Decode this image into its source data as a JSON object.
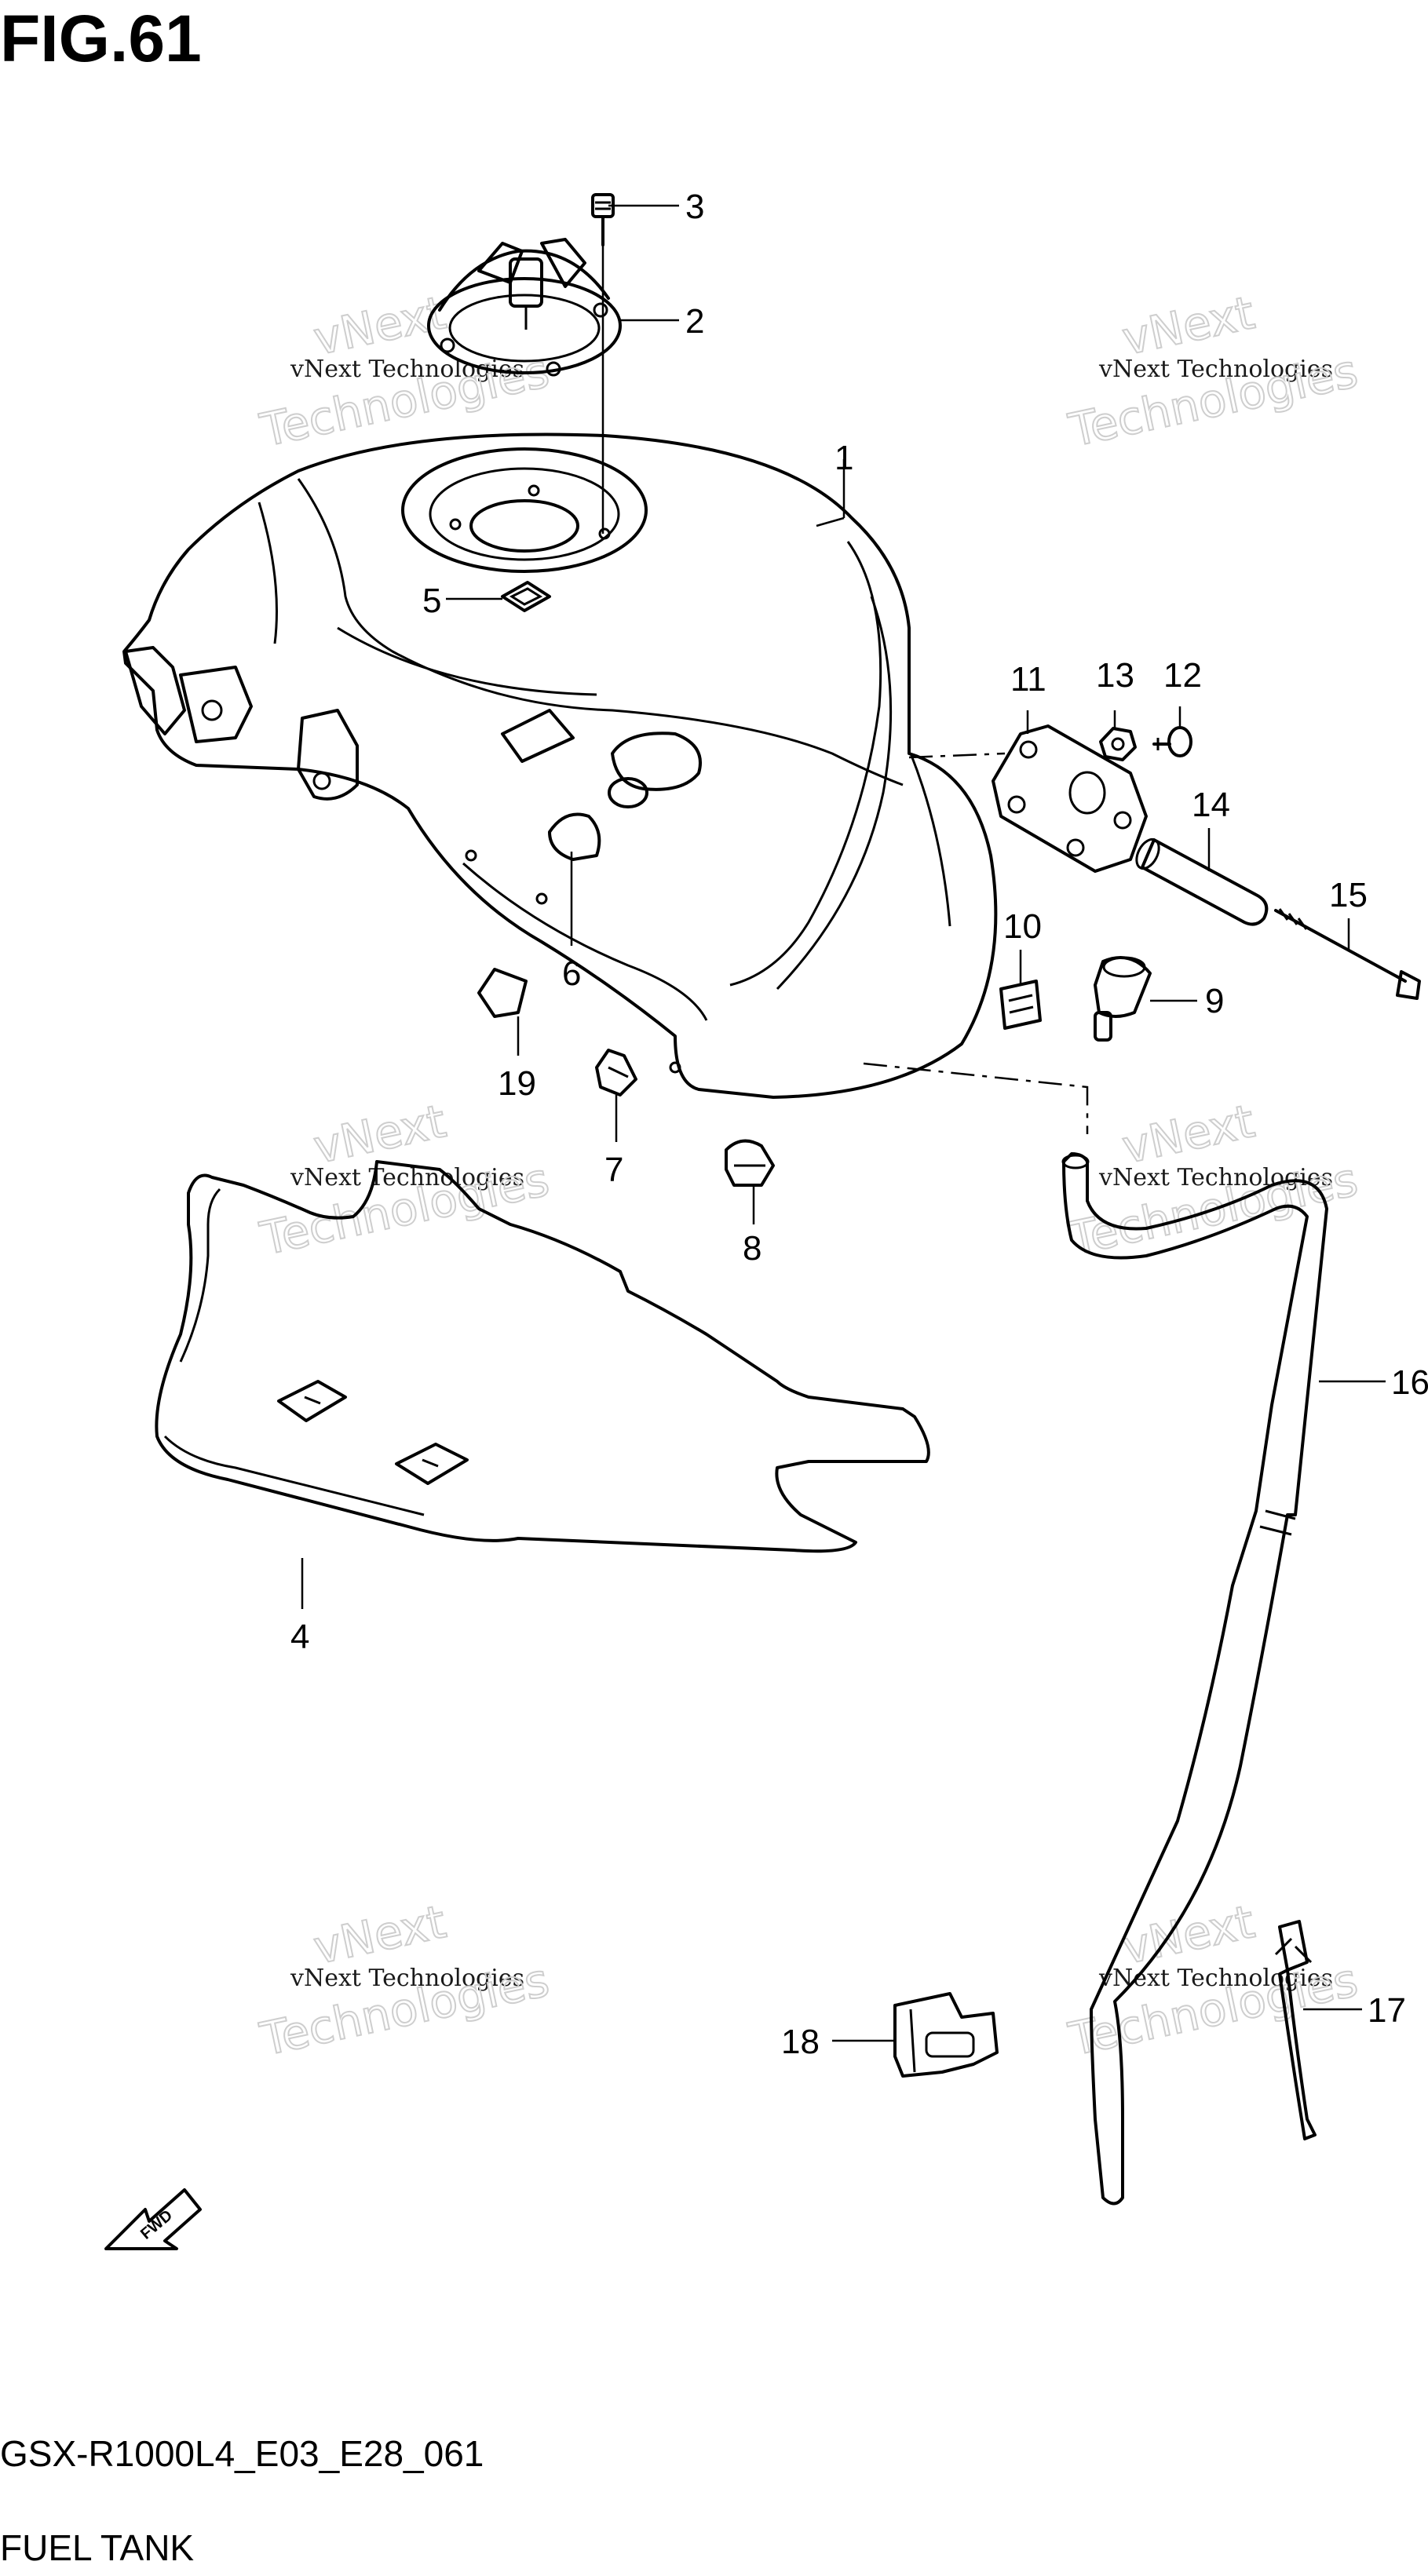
{
  "figure_title": "FIG.61",
  "model_code": "GSX-R1000L4_E03_E28_061",
  "diagram_name": "FUEL TANK",
  "direction_arrow_label": "FWD",
  "watermark": {
    "line1": "vNext Technologies",
    "line2": "Technologies",
    "line3": "vNext"
  },
  "callouts": [
    {
      "id": "c1",
      "label": "1"
    },
    {
      "id": "c2",
      "label": "2"
    },
    {
      "id": "c3",
      "label": "3"
    },
    {
      "id": "c4",
      "label": "4"
    },
    {
      "id": "c5",
      "label": "5"
    },
    {
      "id": "c6",
      "label": "6"
    },
    {
      "id": "c7",
      "label": "7"
    },
    {
      "id": "c8",
      "label": "8"
    },
    {
      "id": "c9",
      "label": "9"
    },
    {
      "id": "c10",
      "label": "10"
    },
    {
      "id": "c11",
      "label": "11"
    },
    {
      "id": "c12",
      "label": "12"
    },
    {
      "id": "c13",
      "label": "13"
    },
    {
      "id": "c14",
      "label": "14"
    },
    {
      "id": "c15",
      "label": "15"
    },
    {
      "id": "c16",
      "label": "16"
    },
    {
      "id": "c17",
      "label": "17"
    },
    {
      "id": "c18",
      "label": "18"
    },
    {
      "id": "c19",
      "label": "19"
    }
  ]
}
